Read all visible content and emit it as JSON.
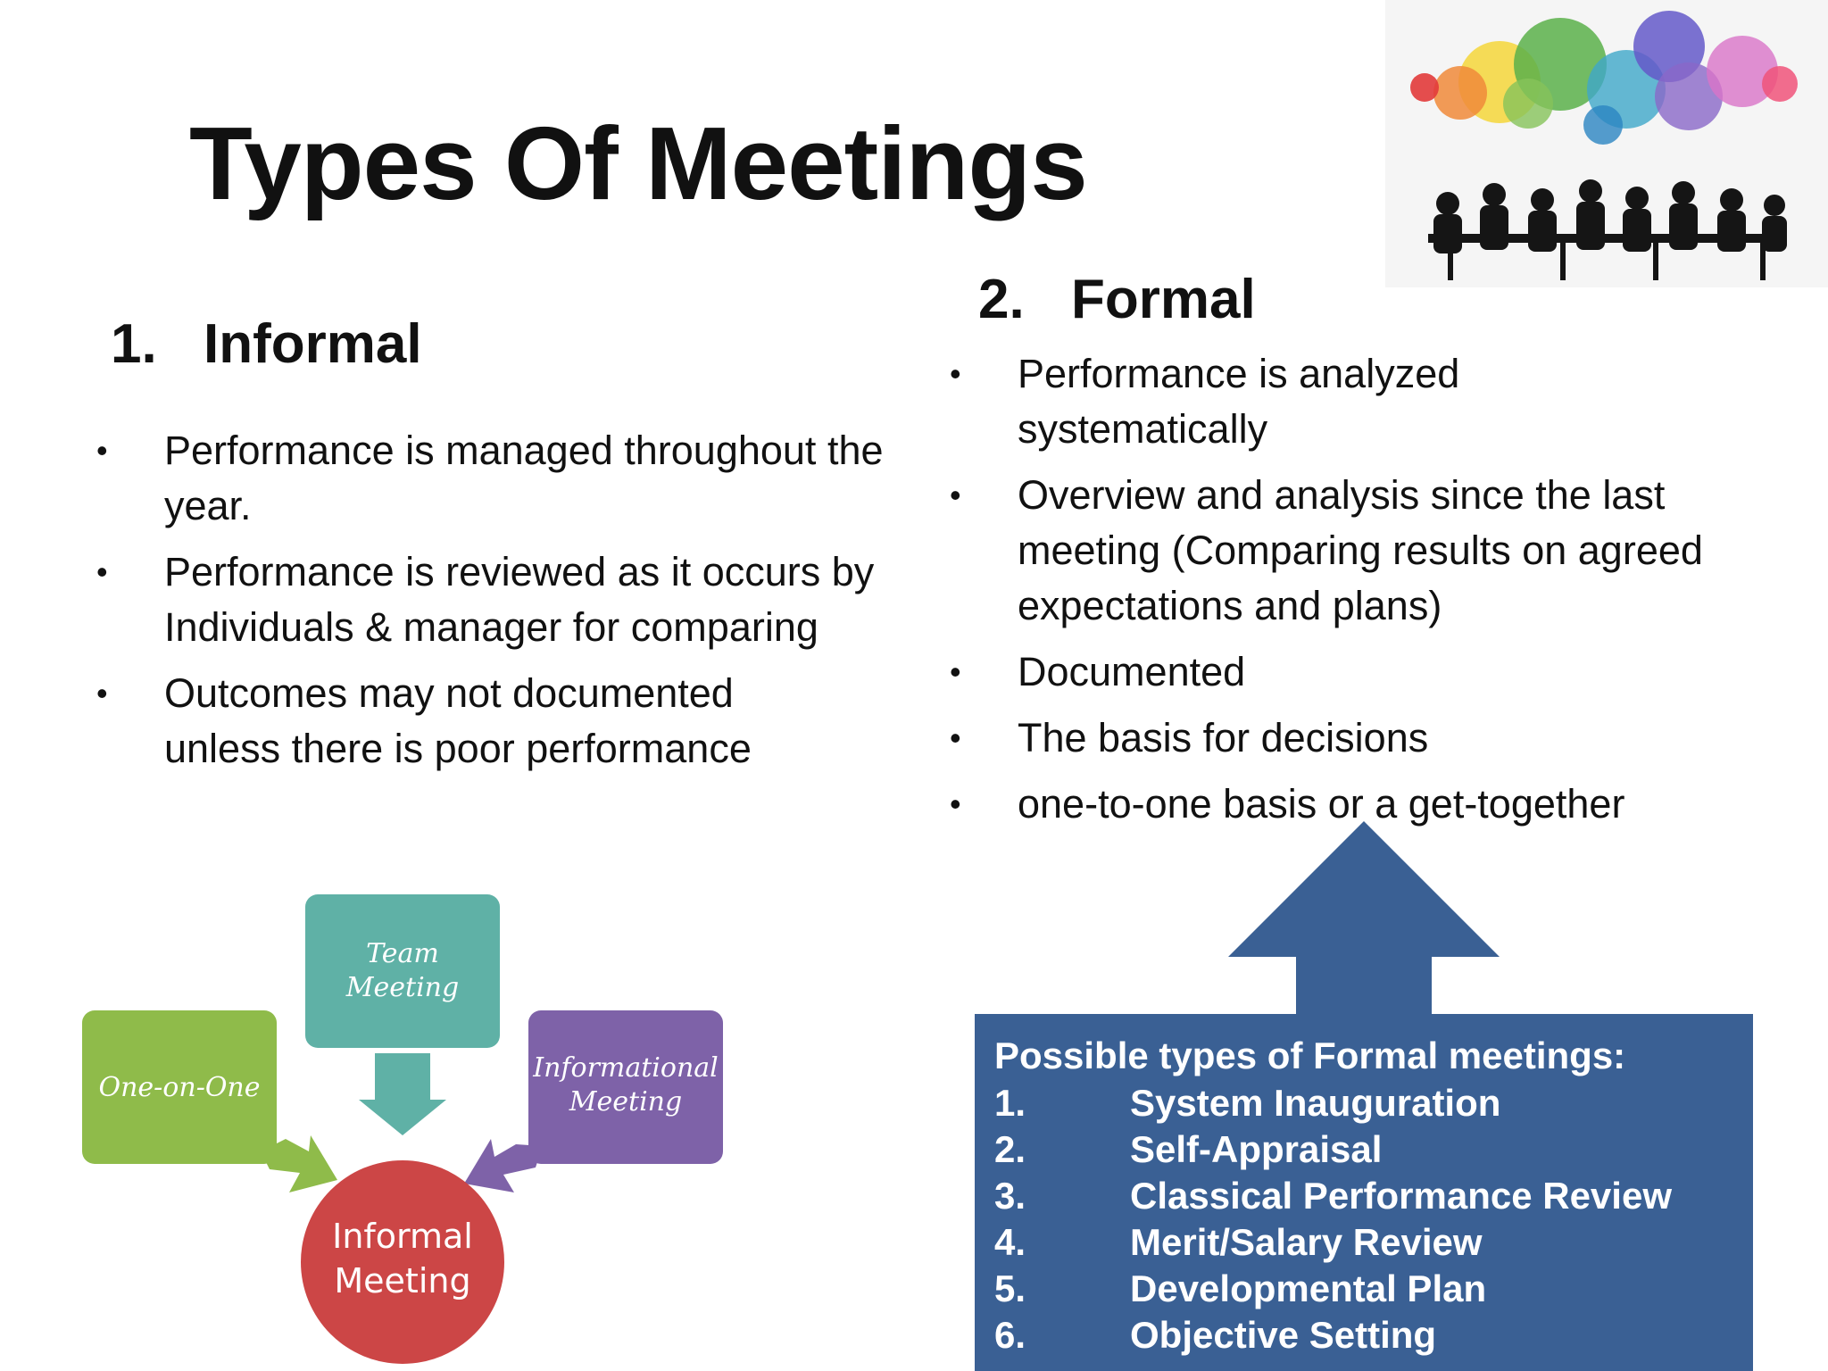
{
  "slide": {
    "title": "Types Of Meetings"
  },
  "informal": {
    "number": "1.",
    "heading": "Informal",
    "bullets": [
      "Performance is managed throughout the year.",
      "Performance is reviewed as it occurs by Individuals  & manager  for comparing",
      "Outcomes may not documented unless there is poor performance"
    ]
  },
  "formal": {
    "number": "2.",
    "heading": "Formal",
    "bullets": [
      "Performance is analyzed systematically",
      "Overview and analysis since the last meeting  (Comparing results on agreed expectations and plans)",
      "Documented",
      "The basis for decisions",
      "one-to-one basis or a get-together"
    ]
  },
  "diagram": {
    "nodes": {
      "team": [
        "Team",
        "Meeting"
      ],
      "one_on_one": "One-on-One",
      "informational": [
        "Informational",
        "Meeting"
      ],
      "informal": [
        "Informal",
        "Meeting"
      ]
    },
    "colors": {
      "team": "#5fb1a6",
      "one_on_one": "#8fbb4a",
      "informational": "#7e62a8",
      "informal": "#cc4646"
    }
  },
  "formal_types_box": {
    "title": "Possible types of Formal meetings:",
    "items": [
      {
        "n": "1.",
        "label": "System Inauguration"
      },
      {
        "n": "2.",
        "label": "Self-Appraisal"
      },
      {
        "n": "3.",
        "label": "Classical Performance Review"
      },
      {
        "n": "4.",
        "label": "Merit/Salary Review"
      },
      {
        "n": "5.",
        "label": "Developmental Plan"
      },
      {
        "n": "6.",
        "label": "Objective Setting"
      }
    ],
    "color": "#3a6094"
  }
}
